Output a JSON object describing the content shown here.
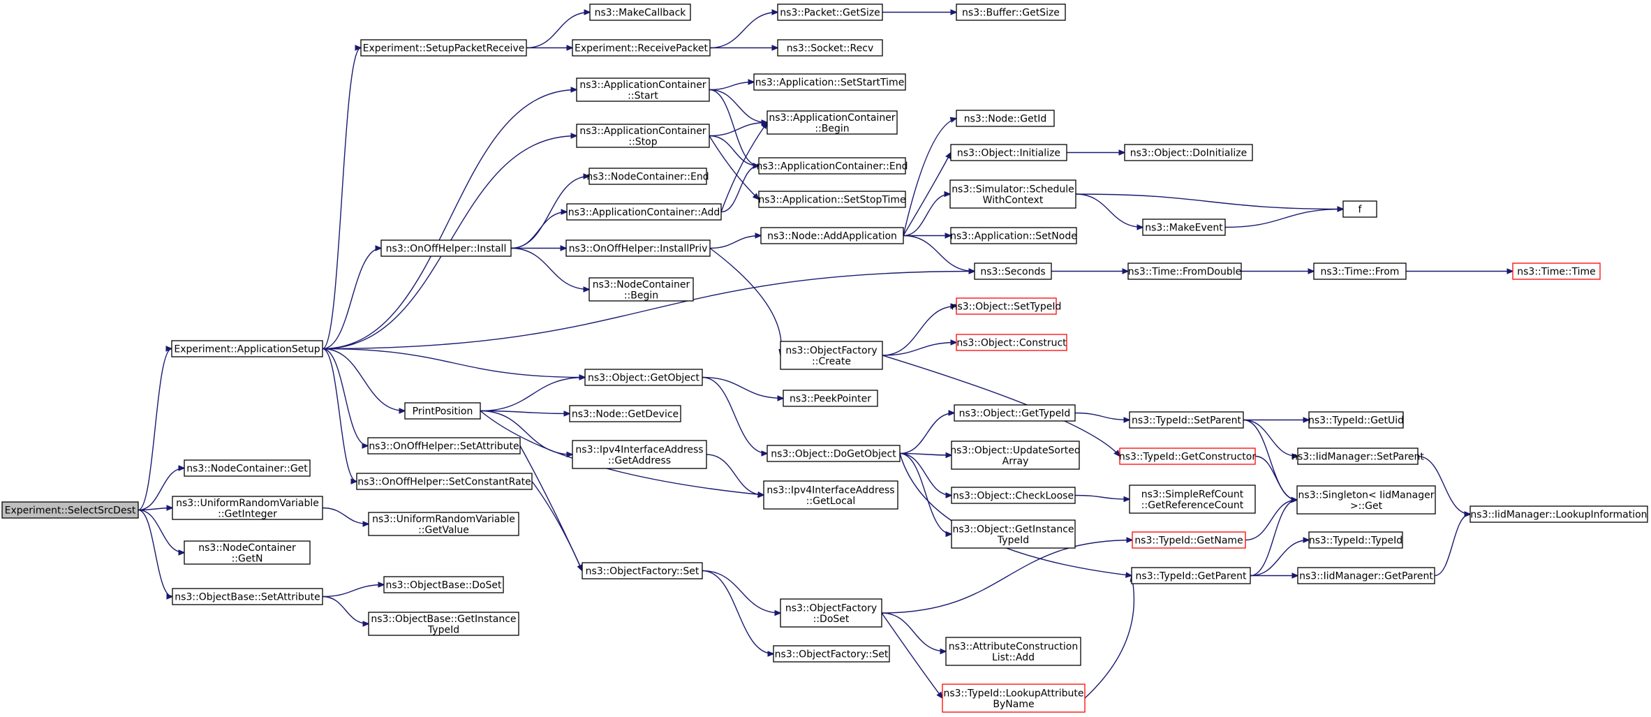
{
  "colors": {
    "edge": "#191970",
    "node_border": "#000000",
    "truncated_border": "#ff0000",
    "root_fill": "#bfbfbf",
    "node_fill": "#ffffff"
  },
  "nodes": [
    {
      "id": "n0",
      "lines": [
        "Experiment::SelectSrcDest"
      ],
      "style": "root"
    },
    {
      "id": "n1",
      "lines": [
        "Experiment::ApplicationSetup"
      ],
      "style": "normal"
    },
    {
      "id": "n2",
      "lines": [
        "ns3::NodeContainer::Get"
      ],
      "style": "normal"
    },
    {
      "id": "n3",
      "lines": [
        "ns3::UniformRandomVariable",
        "::GetInteger"
      ],
      "style": "normal"
    },
    {
      "id": "n4",
      "lines": [
        "ns3::NodeContainer",
        "::GetN"
      ],
      "style": "normal"
    },
    {
      "id": "n5",
      "lines": [
        "ns3::ObjectBase::SetAttribute"
      ],
      "style": "normal"
    },
    {
      "id": "n6",
      "lines": [
        "Experiment::SetupPacketReceive"
      ],
      "style": "normal"
    },
    {
      "id": "n7",
      "lines": [
        "ns3::ApplicationContainer",
        "::Start"
      ],
      "style": "normal"
    },
    {
      "id": "n8",
      "lines": [
        "ns3::ApplicationContainer",
        "::Stop"
      ],
      "style": "normal"
    },
    {
      "id": "n9",
      "lines": [
        "ns3::OnOffHelper::Install"
      ],
      "style": "normal"
    },
    {
      "id": "n10",
      "lines": [
        "ns3::Seconds"
      ],
      "style": "normal"
    },
    {
      "id": "n11",
      "lines": [
        "ns3::Object::GetObject"
      ],
      "style": "normal"
    },
    {
      "id": "n12",
      "lines": [
        "PrintPosition"
      ],
      "style": "normal"
    },
    {
      "id": "n13",
      "lines": [
        "ns3::OnOffHelper::SetAttribute"
      ],
      "style": "normal"
    },
    {
      "id": "n14",
      "lines": [
        "ns3::OnOffHelper::SetConstantRate"
      ],
      "style": "normal"
    },
    {
      "id": "n15",
      "lines": [
        "ns3::UniformRandomVariable",
        "::GetValue"
      ],
      "style": "normal"
    },
    {
      "id": "n16",
      "lines": [
        "ns3::ObjectBase::DoSet"
      ],
      "style": "normal"
    },
    {
      "id": "n17",
      "lines": [
        "ns3::ObjectBase::GetInstance",
        "TypeId"
      ],
      "style": "normal"
    },
    {
      "id": "n18",
      "lines": [
        "ns3::MakeCallback"
      ],
      "style": "normal"
    },
    {
      "id": "n19",
      "lines": [
        "Experiment::ReceivePacket"
      ],
      "style": "normal"
    },
    {
      "id": "n20",
      "lines": [
        "ns3::Packet::GetSize"
      ],
      "style": "normal"
    },
    {
      "id": "n21",
      "lines": [
        "ns3::Socket::Recv"
      ],
      "style": "normal"
    },
    {
      "id": "n22",
      "lines": [
        "ns3::Buffer::GetSize"
      ],
      "style": "normal"
    },
    {
      "id": "n23",
      "lines": [
        "ns3::Application::SetStartTime"
      ],
      "style": "normal"
    },
    {
      "id": "n24",
      "lines": [
        "ns3::ApplicationContainer",
        "::Begin"
      ],
      "style": "normal"
    },
    {
      "id": "n25",
      "lines": [
        "ns3::ApplicationContainer::End"
      ],
      "style": "normal"
    },
    {
      "id": "n26",
      "lines": [
        "ns3::Application::SetStopTime"
      ],
      "style": "normal"
    },
    {
      "id": "n27",
      "lines": [
        "ns3::NodeContainer::End"
      ],
      "style": "normal"
    },
    {
      "id": "n28",
      "lines": [
        "ns3::ApplicationContainer::Add"
      ],
      "style": "normal"
    },
    {
      "id": "n29",
      "lines": [
        "ns3::OnOffHelper::InstallPriv"
      ],
      "style": "normal"
    },
    {
      "id": "n30",
      "lines": [
        "ns3::NodeContainer",
        "::Begin"
      ],
      "style": "normal"
    },
    {
      "id": "n31",
      "lines": [
        "ns3::Node::AddApplication"
      ],
      "style": "normal"
    },
    {
      "id": "n32",
      "lines": [
        "ns3::ObjectFactory",
        "::Create"
      ],
      "style": "normal"
    },
    {
      "id": "n33",
      "lines": [
        "ns3::Node::GetId"
      ],
      "style": "normal"
    },
    {
      "id": "n34",
      "lines": [
        "ns3::Object::Initialize"
      ],
      "style": "normal"
    },
    {
      "id": "n35",
      "lines": [
        "ns3::Simulator::Schedule",
        "WithContext"
      ],
      "style": "normal"
    },
    {
      "id": "n36",
      "lines": [
        "ns3::Application::SetNode"
      ],
      "style": "normal"
    },
    {
      "id": "n37",
      "lines": [
        "ns3::Object::DoInitialize"
      ],
      "style": "normal"
    },
    {
      "id": "n38",
      "lines": [
        "f"
      ],
      "style": "normal"
    },
    {
      "id": "n39",
      "lines": [
        "ns3::MakeEvent"
      ],
      "style": "normal"
    },
    {
      "id": "n40",
      "lines": [
        "ns3::Time::FromDouble"
      ],
      "style": "normal"
    },
    {
      "id": "n41",
      "lines": [
        "ns3::Time::From"
      ],
      "style": "normal"
    },
    {
      "id": "n42",
      "lines": [
        "ns3::Time::Time"
      ],
      "style": "truncated"
    },
    {
      "id": "n43",
      "lines": [
        "ns3::Object::SetTypeId"
      ],
      "style": "truncated"
    },
    {
      "id": "n44",
      "lines": [
        "ns3::Object::Construct"
      ],
      "style": "truncated"
    },
    {
      "id": "n45",
      "lines": [
        "ns3::TypeId::GetConstructor"
      ],
      "style": "truncated"
    },
    {
      "id": "n46",
      "lines": [
        "ns3::PeekPointer"
      ],
      "style": "normal"
    },
    {
      "id": "n47",
      "lines": [
        "ns3::Object::DoGetObject"
      ],
      "style": "normal"
    },
    {
      "id": "n48",
      "lines": [
        "ns3::Node::GetDevice"
      ],
      "style": "normal"
    },
    {
      "id": "n49",
      "lines": [
        "ns3::Ipv4InterfaceAddress",
        "::GetAddress"
      ],
      "style": "normal"
    },
    {
      "id": "n50",
      "lines": [
        "ns3::Ipv4InterfaceAddress",
        "::GetLocal"
      ],
      "style": "normal"
    },
    {
      "id": "n51",
      "lines": [
        "ns3::ObjectFactory::Set"
      ],
      "style": "normal"
    },
    {
      "id": "n52",
      "lines": [
        "ns3::Object::GetTypeId"
      ],
      "style": "normal"
    },
    {
      "id": "n53",
      "lines": [
        "ns3::Object::UpdateSorted",
        "Array"
      ],
      "style": "normal"
    },
    {
      "id": "n54",
      "lines": [
        "ns3::Object::CheckLoose"
      ],
      "style": "normal"
    },
    {
      "id": "n55",
      "lines": [
        "ns3::Object::GetInstance",
        "TypeId"
      ],
      "style": "normal"
    },
    {
      "id": "n56",
      "lines": [
        "ns3::TypeId::GetParent"
      ],
      "style": "normal"
    },
    {
      "id": "n57",
      "lines": [
        "ns3::TypeId::SetParent"
      ],
      "style": "normal"
    },
    {
      "id": "n58",
      "lines": [
        "ns3::TypeId::GetUid"
      ],
      "style": "normal"
    },
    {
      "id": "n59",
      "lines": [
        "ns3::IidManager::SetParent"
      ],
      "style": "normal"
    },
    {
      "id": "n60",
      "lines": [
        "ns3::Singleton< IidManager",
        " >::Get"
      ],
      "style": "normal"
    },
    {
      "id": "n61",
      "lines": [
        "ns3::SimpleRefCount",
        "::GetReferenceCount"
      ],
      "style": "normal"
    },
    {
      "id": "n62",
      "lines": [
        "ns3::IidManager::LookupInformation"
      ],
      "style": "normal"
    },
    {
      "id": "n63",
      "lines": [
        "ns3::TypeId::GetName"
      ],
      "style": "truncated"
    },
    {
      "id": "n64",
      "lines": [
        "ns3::TypeId::TypeId"
      ],
      "style": "normal"
    },
    {
      "id": "n65",
      "lines": [
        "ns3::IidManager::GetParent"
      ],
      "style": "normal"
    },
    {
      "id": "n66",
      "lines": [
        "ns3::ObjectFactory",
        "::DoSet"
      ],
      "style": "normal"
    },
    {
      "id": "n67",
      "lines": [
        "ns3::ObjectFactory::Set"
      ],
      "style": "normal"
    },
    {
      "id": "n68",
      "lines": [
        "ns3::AttributeConstruction",
        "List::Add"
      ],
      "style": "normal"
    },
    {
      "id": "n69",
      "lines": [
        "ns3::TypeId::LookupAttribute",
        "ByName"
      ],
      "style": "truncated"
    }
  ],
  "edges": [
    [
      "n0",
      "n1"
    ],
    [
      "n0",
      "n2"
    ],
    [
      "n0",
      "n3"
    ],
    [
      "n0",
      "n4"
    ],
    [
      "n0",
      "n5"
    ],
    [
      "n1",
      "n6"
    ],
    [
      "n1",
      "n7"
    ],
    [
      "n1",
      "n8"
    ],
    [
      "n1",
      "n9"
    ],
    [
      "n1",
      "n10"
    ],
    [
      "n1",
      "n11"
    ],
    [
      "n1",
      "n12"
    ],
    [
      "n1",
      "n13"
    ],
    [
      "n1",
      "n14"
    ],
    [
      "n3",
      "n15"
    ],
    [
      "n5",
      "n16"
    ],
    [
      "n5",
      "n17"
    ],
    [
      "n6",
      "n18"
    ],
    [
      "n6",
      "n19"
    ],
    [
      "n19",
      "n20"
    ],
    [
      "n19",
      "n21"
    ],
    [
      "n20",
      "n22"
    ],
    [
      "n7",
      "n23"
    ],
    [
      "n7",
      "n24"
    ],
    [
      "n7",
      "n25"
    ],
    [
      "n8",
      "n24"
    ],
    [
      "n8",
      "n25"
    ],
    [
      "n8",
      "n26"
    ],
    [
      "n9",
      "n27"
    ],
    [
      "n9",
      "n28"
    ],
    [
      "n9",
      "n29"
    ],
    [
      "n9",
      "n30"
    ],
    [
      "n28",
      "n24"
    ],
    [
      "n28",
      "n25"
    ],
    [
      "n29",
      "n31"
    ],
    [
      "n29",
      "n32"
    ],
    [
      "n31",
      "n33"
    ],
    [
      "n31",
      "n34"
    ],
    [
      "n31",
      "n35"
    ],
    [
      "n31",
      "n36"
    ],
    [
      "n31",
      "n10"
    ],
    [
      "n34",
      "n37"
    ],
    [
      "n35",
      "n38"
    ],
    [
      "n35",
      "n39"
    ],
    [
      "n39",
      "n38"
    ],
    [
      "n10",
      "n40"
    ],
    [
      "n40",
      "n41"
    ],
    [
      "n41",
      "n42"
    ],
    [
      "n32",
      "n43"
    ],
    [
      "n32",
      "n44"
    ],
    [
      "n32",
      "n45"
    ],
    [
      "n11",
      "n46"
    ],
    [
      "n11",
      "n47"
    ],
    [
      "n12",
      "n11"
    ],
    [
      "n12",
      "n48"
    ],
    [
      "n12",
      "n49"
    ],
    [
      "n12",
      "n50"
    ],
    [
      "n13",
      "n51"
    ],
    [
      "n14",
      "n51"
    ],
    [
      "n49",
      "n50"
    ],
    [
      "n47",
      "n52"
    ],
    [
      "n47",
      "n53"
    ],
    [
      "n47",
      "n54"
    ],
    [
      "n47",
      "n55"
    ],
    [
      "n47",
      "n56"
    ],
    [
      "n52",
      "n57"
    ],
    [
      "n57",
      "n58"
    ],
    [
      "n57",
      "n59"
    ],
    [
      "n57",
      "n60"
    ],
    [
      "n45",
      "n60"
    ],
    [
      "n59",
      "n62"
    ],
    [
      "n54",
      "n61"
    ],
    [
      "n63",
      "n60"
    ],
    [
      "n56",
      "n60"
    ],
    [
      "n56",
      "n64"
    ],
    [
      "n56",
      "n65"
    ],
    [
      "n65",
      "n62"
    ],
    [
      "n51",
      "n66"
    ],
    [
      "n51",
      "n67"
    ],
    [
      "n66",
      "n63"
    ],
    [
      "n66",
      "n68"
    ],
    [
      "n66",
      "n69"
    ],
    [
      "n69",
      "n56"
    ]
  ]
}
